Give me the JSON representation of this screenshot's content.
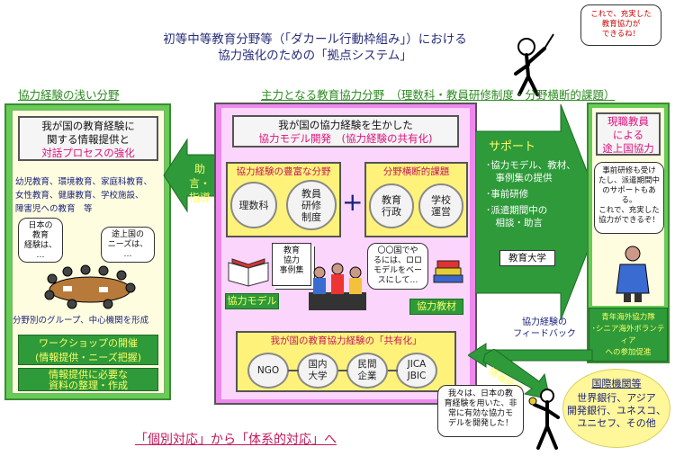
{
  "title": {
    "line1": "初等中等教育分野等（「ダカール行動枠組み」）における",
    "line2": "協力強化のための「拠点システム」"
  },
  "left_heading": "協力経験の浅い分野",
  "right_heading": "主力となる教育協力分野　（理数科・教員研修制度・分野横断的課題）",
  "left_panel": {
    "title1": "我が国の教育経験に",
    "title2": "関する情報提供と",
    "title3": "対話プロセスの強化",
    "fields": [
      "幼児教育、環境教育、家庭科教育、",
      "女性教育、健康教育、学校施設、",
      "障害児への教育　等"
    ],
    "bubble_japan": "日本の\n教育\n経験は、\n…",
    "bubble_needs": "途上国の\nニーズは、\n…",
    "group_caption": "分野別のグループ、中心機関を形成",
    "workshop1": "ワークショップの開催",
    "workshop2": "(情報提供・ニーズ把握)",
    "material1": "情報提供に必要な",
    "material2": "資料の整理・作成"
  },
  "arrow_left": {
    "line1": "助言・",
    "line2": "指導"
  },
  "center": {
    "title1": "我が国の協力経験を生かした",
    "title2": "協力モデル開発　(協力経験の共有化)",
    "rich_title": "協力経験の豊富な分野",
    "circle_science": "理数科",
    "circle_teacher": "教員\n研修\n制度",
    "plus": "+",
    "cross_title": "分野横断的課題",
    "circle_admin": "教育\n行政",
    "circle_school": "学校\n運営",
    "book_label": "教育\n協力\n事例集",
    "model_label": "協力モデル",
    "speech": "〇〇国でや\nるには、ロロ\nモデルをベー\nスにして…",
    "material_label": "協力教材",
    "share_title": "我が国の教育協力経験の「共有化」",
    "share_nodes": [
      "NGO",
      "国内\n大学",
      "民間\n企業",
      "JICA\nJBIC"
    ]
  },
  "support": {
    "heading": "サポート",
    "items": [
      "･協力モデル、教材、\n　事例集の提供",
      "･事前研修",
      "･派遣期間中の\n　相談・助言"
    ],
    "university": "教育大学"
  },
  "right_panel": {
    "title1": "現職教員",
    "title2": "による",
    "title3": "途上国協力",
    "bubble": "事前研修も受け\nたし、派遣期間中\nのサポートもある。\nこれで、充実した\n協力ができるぞ！",
    "caption": "青年海外協力隊\n･シニア海外ボランティア\nへの参加促進"
  },
  "feedback": "協力経験の\nフィードバック",
  "info_label": "情報発信",
  "bottom_bubble": "我々は、日本の教\n育経験を用いた、非\n常に有効な協力モ\nデルを開発した！",
  "intl": {
    "title": "国際機関等",
    "body": "世界銀行、アジア\n開発銀行、ユネスコ、\nユニセフ、その他"
  },
  "top_bubble": "これで、充実した\n教育協力が\nできるね！",
  "slogan": "「個別対応」から「体系的対応」へ"
}
